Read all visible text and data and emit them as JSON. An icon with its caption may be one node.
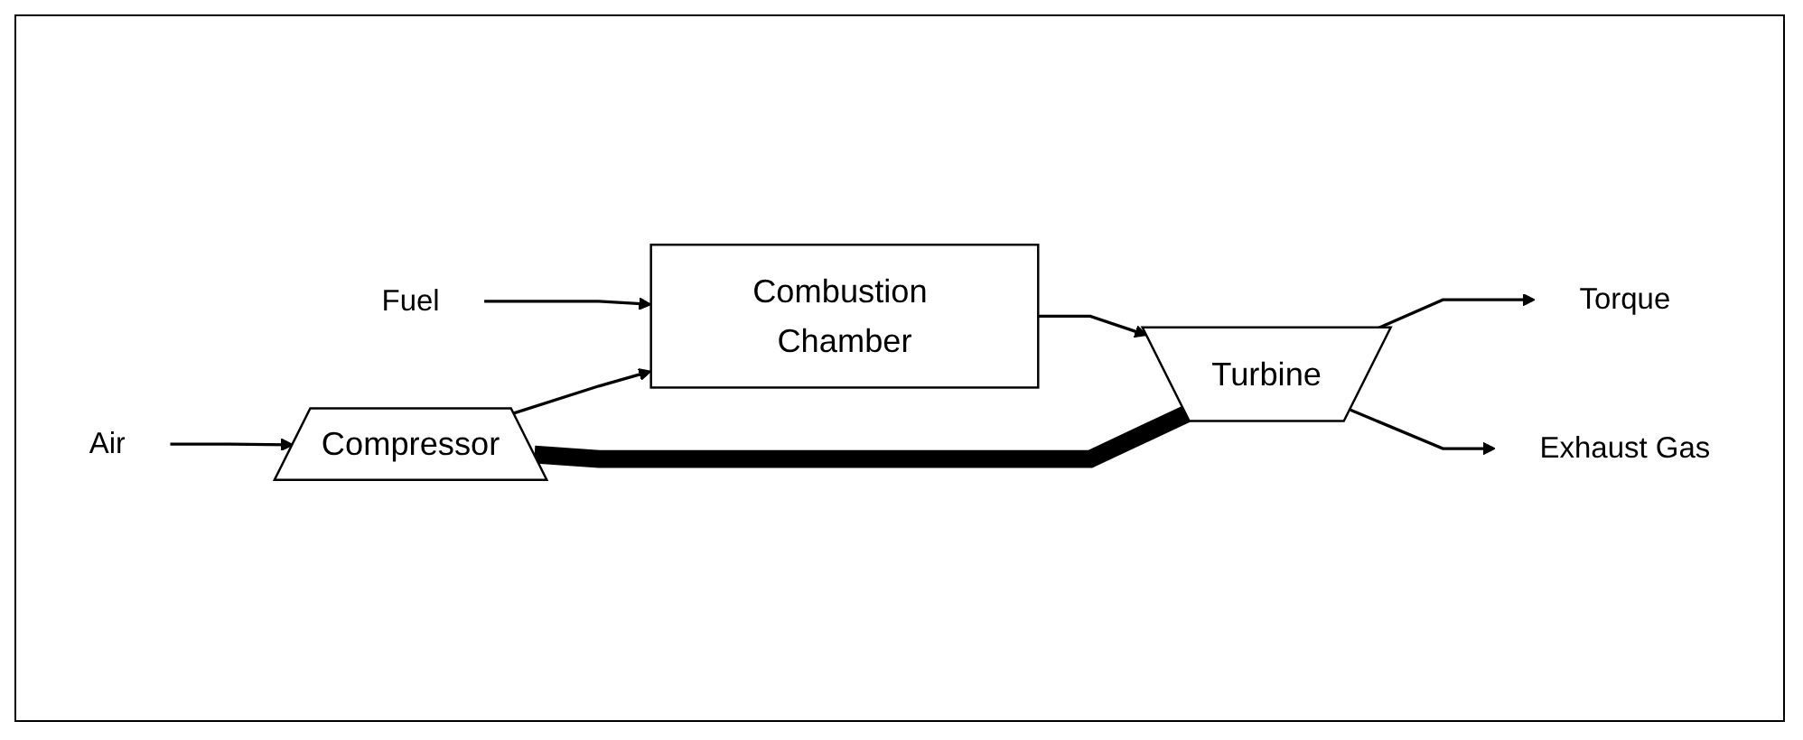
{
  "diagram": {
    "nodes": [
      {
        "text": [
          "Fuel"
        ]
      },
      {
        "text": [
          "Combustion Chamber"
        ]
      },
      {
        "text": [
          "Torque"
        ]
      },
      {
        "text": [
          "Air"
        ]
      },
      {
        "text": [
          "Compressor"
        ]
      },
      {
        "text": [
          "Turbine"
        ]
      },
      {
        "text": [
          "Exhaust Gas"
        ]
      }
    ],
    "edges": [
      {
        "from": 0,
        "to": 1,
        "arrow": "to"
      },
      {
        "from": 4,
        "to": 1,
        "arrow": "to"
      },
      {
        "from": 1,
        "to": 5,
        "arrow": "to"
      },
      {
        "from": 3,
        "to": 4,
        "arrow": "to"
      },
      {
        "from": 4,
        "to": 5,
        "arrow": "none",
        "style": "thick"
      },
      {
        "from": 5,
        "to": 2,
        "arrow": "to"
      },
      {
        "from": 5,
        "to": 6,
        "arrow": "to"
      }
    ]
  }
}
